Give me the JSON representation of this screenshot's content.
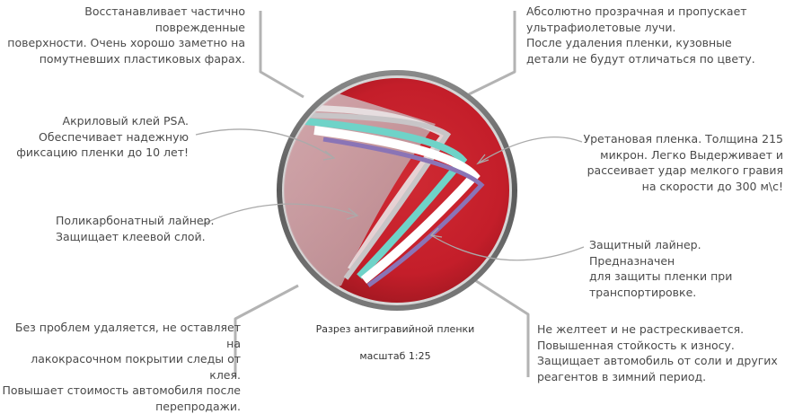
{
  "labels": {
    "top_left": "Восстанавливает частично поврежденные\nповерхности. Очень хорошо заметно  на\nпомутневших пластиковых фарах.",
    "acrylic": "Акриловый клей PSA.\nОбеспечивает надежную\nфиксацию пленки до 10 лет!",
    "liner": "Поликарбонатный лайнер.\nЗащищает клеевой слой.",
    "bottom_left": "Без проблем удаляется, не оставляет на\nлакокрасочном покрытии следы от клея.\nПовышает стоимость автомобиля после\nперепродажи.",
    "top_right": "Абсолютно прозрачная и пропускает\nультрафиолетовые лучи.\nПосле удаления пленки, кузовные\nдетали не будут отличаться по цвету.",
    "urethane": "Уретановая пленка. Толщина 215\nмикрон. Легко Выдерживает и\nрассеивает удар мелкого гравия\nна скорости до 300 м\\с!",
    "protective": "Защитный лайнер. Предназначен\nдля защиты пленки при\nтранспортировке.",
    "bottom_right": "Не желтеет и не растрескивается.\nПовышенная стойкость к износу.\nЗащищает автомобиль от соли и других\nреагентов в зимний период."
  },
  "caption": {
    "line1": "Разрез антигравийной пленки",
    "line2": "масштаб 1:25"
  },
  "colors": {
    "circle_red": "#c41e2a",
    "circle_rim": "#5f5f5f",
    "layer_teal": "#6fd3c8",
    "layer_white": "#ffffff",
    "layer_purple": "#8a74b6",
    "leader": "#b3b3b3"
  }
}
